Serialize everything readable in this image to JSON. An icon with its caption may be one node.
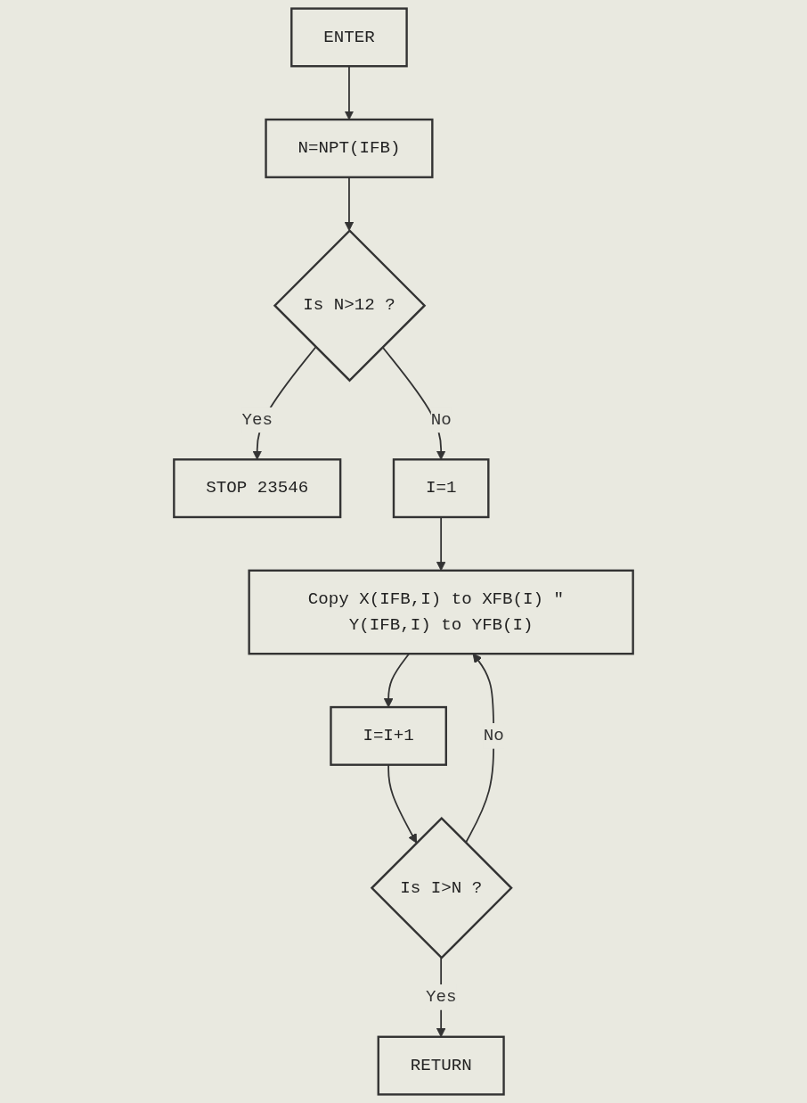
{
  "diagram": {
    "nodes": [
      {
        "text": [
          "ENTER"
        ]
      },
      {
        "text": [
          "N=NPT(IFB)"
        ]
      },
      {
        "text": [
          "Is N>12 ?"
        ]
      },
      {
        "text": [
          "STOP 23546"
        ]
      },
      {
        "text": [
          "I=1"
        ]
      },
      {
        "text": [
          "Copy X(IFB,I) to XFB(I) \" Y(IFB,I) to YFB(I)"
        ]
      },
      {
        "text": [
          "I=I+1"
        ]
      },
      {
        "text": [
          "Is I>N ?"
        ]
      },
      {
        "text": [
          "RETURN"
        ]
      }
    ],
    "edges": [
      {
        "from": 0,
        "to": 1,
        "arrow": "to"
      },
      {
        "from": 1,
        "to": 2,
        "arrow": "to"
      },
      {
        "from": 2,
        "to": 3,
        "arrow": "to",
        "label": "Yes"
      },
      {
        "from": 2,
        "to": 4,
        "arrow": "to",
        "label": "No"
      },
      {
        "from": 4,
        "to": 5,
        "arrow": "to"
      },
      {
        "from": 5,
        "to": 6,
        "arrow": "to"
      },
      {
        "from": 6,
        "to": 7,
        "arrow": "to"
      },
      {
        "from": 7,
        "to": 8,
        "arrow": "to",
        "label": "Yes"
      },
      {
        "from": 7,
        "to": 5,
        "arrow": "to",
        "label": "No"
      }
    ]
  }
}
